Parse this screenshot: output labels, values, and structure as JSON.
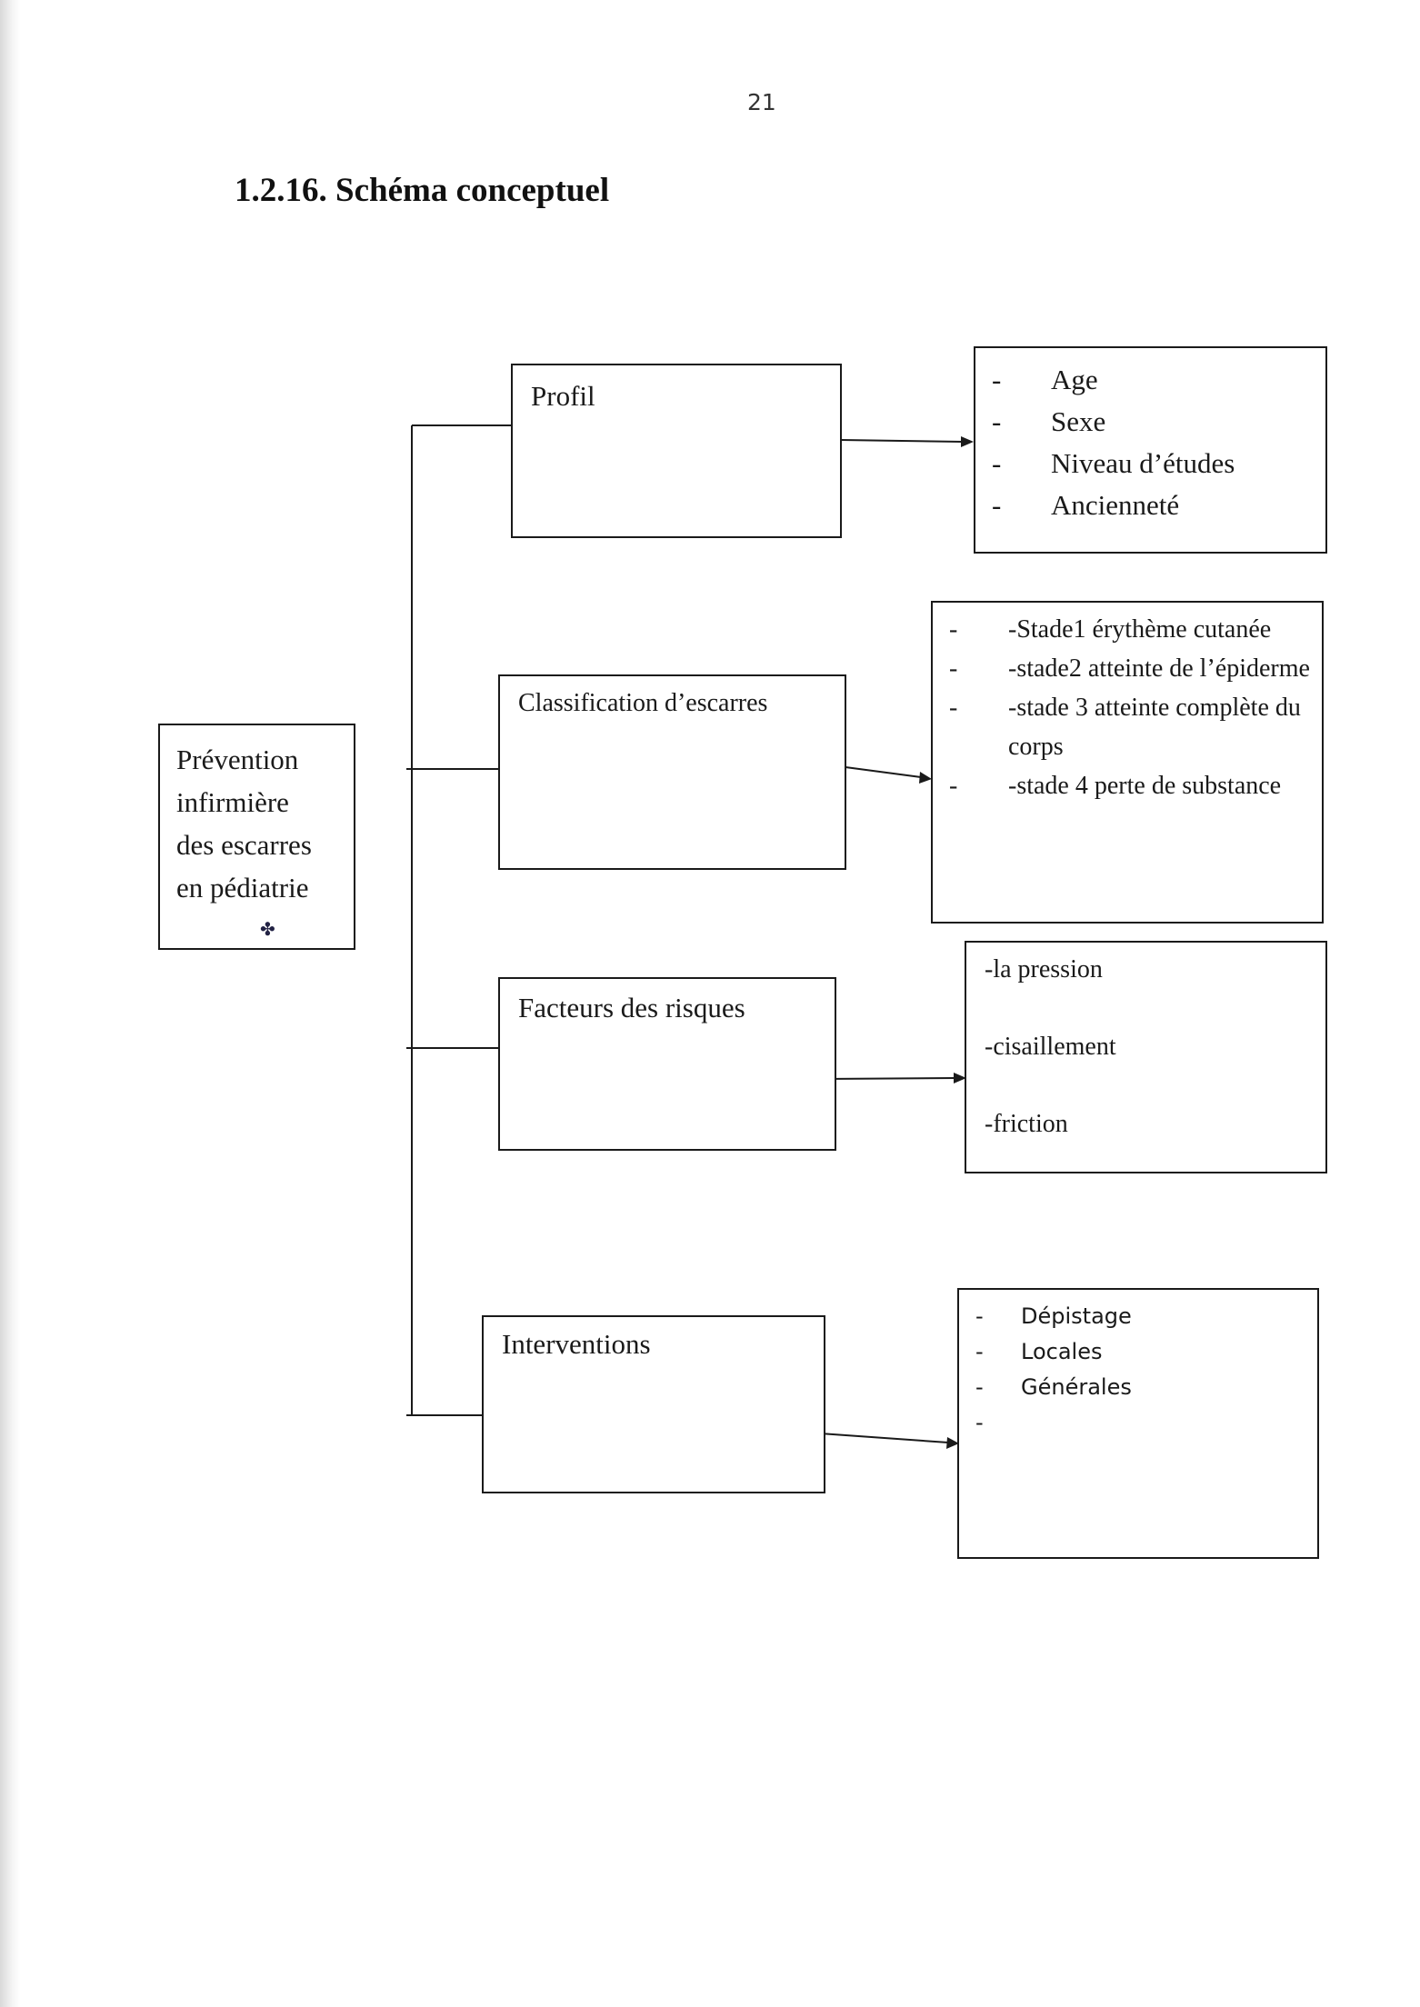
{
  "page_number": "21",
  "heading": "1.2.16. Schéma conceptuel",
  "root": {
    "lines": [
      "Prévention",
      "infirmière",
      "des escarres",
      "en pédiatrie"
    ]
  },
  "categories": [
    {
      "title": "Profil",
      "items": [
        "Age",
        "Sexe",
        "Niveau d’études",
        "Ancienneté"
      ]
    },
    {
      "title": "Classification d’escarres",
      "items": [
        "-Stade1 érythème cutanée",
        "-stade2 atteinte de l’épiderme",
        "-stade 3 atteinte complète du corps",
        "-stade 4 perte de substance"
      ]
    },
    {
      "title": "Facteurs des risques",
      "items": [
        "-la pression",
        "-cisaillement",
        "-friction"
      ]
    },
    {
      "title": "Interventions",
      "items": [
        "Dépistage",
        "Locales",
        "Générales",
        ""
      ]
    }
  ],
  "bullet_symbol": "-"
}
